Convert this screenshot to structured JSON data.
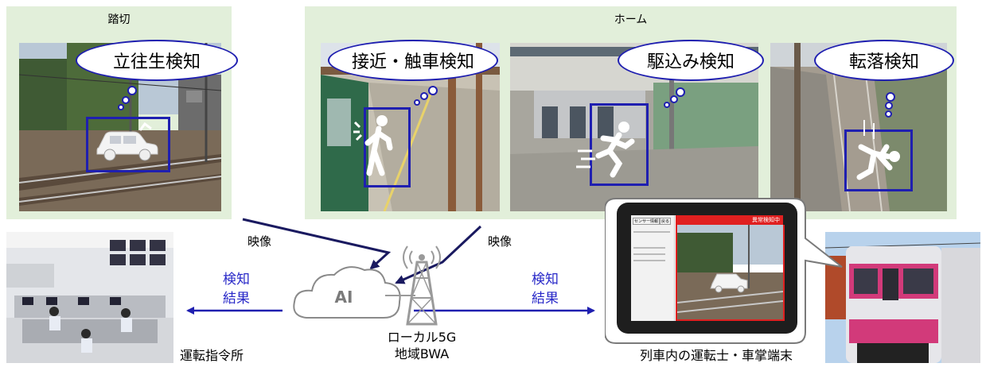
{
  "panels": {
    "crossing_title": "踏切",
    "platform_title": "ホーム"
  },
  "bubbles": {
    "crossing": "立往生検知",
    "approach": "接近・触車検知",
    "rush": "駆込み検知",
    "fall": "転落検知"
  },
  "labels": {
    "video_left": "映像",
    "video_right": "映像",
    "ai": "AI",
    "network": "ローカル5G\n地域BWA",
    "result_left": "検知\n結果",
    "result_right": "検知\n結果",
    "command_center": "運転指令所",
    "terminal": "列車内の運転士・車掌端末"
  },
  "tablet": {
    "alert": "異常検知中",
    "side_label_1": "センサー情報",
    "side_label_2": "戻る"
  },
  "colors": {
    "panel": "#e2efda",
    "accent_blue": "#1f1fb0",
    "alert_red": "#e02020"
  }
}
